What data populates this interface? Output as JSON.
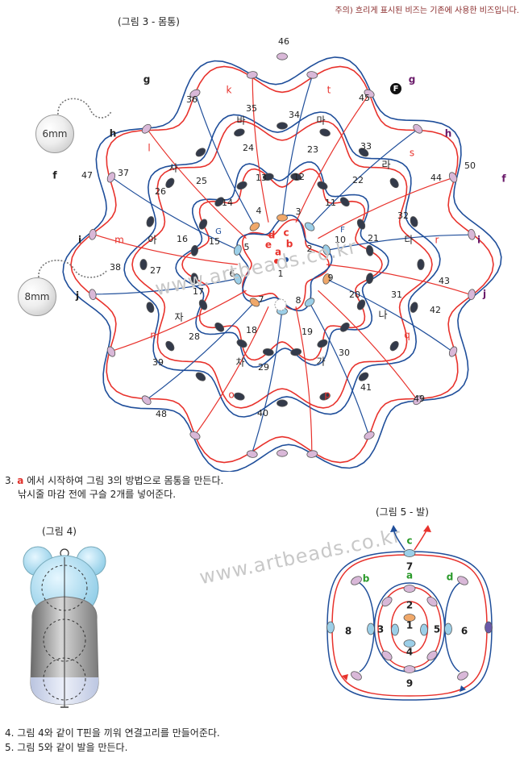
{
  "note": "주의) 흐리게 표시된 비즈는 기존에 사용한 비즈입니다.",
  "figure3": {
    "title": "(그림 3 - 몸통)",
    "bead_sizes": [
      "6mm",
      "8mm"
    ],
    "center_marker": "F",
    "start_labels": [
      "a",
      "b",
      "c",
      "d",
      "e"
    ],
    "region_numbers": [
      "1",
      "2",
      "3",
      "4",
      "5",
      "6",
      "7",
      "8",
      "9",
      "10",
      "11",
      "12",
      "13",
      "14",
      "15",
      "16",
      "17",
      "18",
      "19",
      "20",
      "21",
      "22",
      "23",
      "24",
      "25",
      "26",
      "27",
      "28",
      "29",
      "30",
      "31",
      "32",
      "33",
      "34",
      "35",
      "36",
      "37",
      "38",
      "39",
      "40",
      "41",
      "42",
      "43",
      "44",
      "45",
      "46",
      "47",
      "48",
      "49",
      "50"
    ],
    "small_letters": [
      "G",
      "F"
    ],
    "korean_labels": [
      "바",
      "마",
      "사",
      "라",
      "아",
      "다",
      "자",
      "나",
      "차",
      "가"
    ],
    "outer_labels_red": [
      "k",
      "t",
      "l",
      "s",
      "m",
      "r",
      "n",
      "q",
      "o",
      "p"
    ],
    "outer_labels_dark": [
      "g",
      "g",
      "h",
      "h",
      "f",
      "f",
      "i",
      "i",
      "j",
      "j"
    ]
  },
  "instructions_a": {
    "num": "3.",
    "letter": "a",
    "line1": "에서 시작하여 그림 3의 방법으로 몸통을 만든다.",
    "line2": "낚시줄 마감 전에 구슬 2개를 넣어준다."
  },
  "figure4": {
    "title": "(그림 4)"
  },
  "figure5": {
    "title": "(그림 5 - 발)",
    "labels": [
      "a",
      "b",
      "c",
      "d"
    ],
    "numbers": [
      "1",
      "2",
      "3",
      "4",
      "5",
      "6",
      "7",
      "8",
      "9"
    ]
  },
  "instructions_b": [
    {
      "num": "4.",
      "text": "그림 4와 같이 T핀을 끼워 연결고리를 만들어준다."
    },
    {
      "num": "5.",
      "text": "그림 5와 같이 발을 만든다."
    }
  ],
  "watermark": "www.artbeads.co.kr",
  "colors": {
    "red_line": "#e8322c",
    "blue_line": "#1f4e9a",
    "bead_dark": "#333a4a",
    "bead_light_blue": "#9ccfe8",
    "bead_orange": "#f0a86a",
    "bead_pink": "#d9b8d8"
  }
}
